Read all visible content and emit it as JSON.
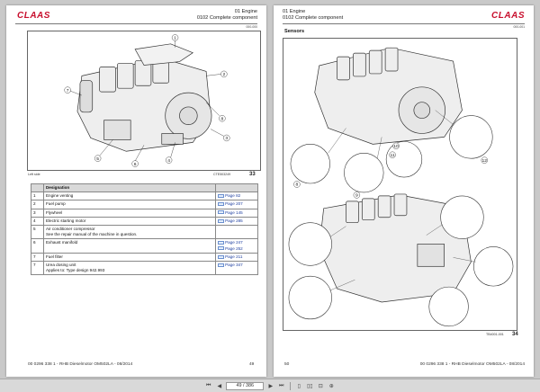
{
  "brand": "CLAAS",
  "left_page": {
    "section": "01 Engine",
    "subsection": "0102 Complete component",
    "code": "000-000",
    "figure_caption": "Left side",
    "figure_code": "CTE503249",
    "figure_number": "33",
    "callouts": [
      "1",
      "2",
      "3",
      "4",
      "5",
      "6",
      "7",
      "8"
    ],
    "table": {
      "header": "Designation",
      "rows": [
        {
          "num": "1",
          "lines": [
            "Engine venting"
          ],
          "refs": [
            "Page 82"
          ]
        },
        {
          "num": "2",
          "lines": [
            "Fuel pump"
          ],
          "refs": [
            "Page 207"
          ]
        },
        {
          "num": "3",
          "lines": [
            "Flywheel"
          ],
          "refs": [
            "Page 145"
          ]
        },
        {
          "num": "4",
          "lines": [
            "Electric starting motor"
          ],
          "refs": [
            "Page 285"
          ]
        },
        {
          "num": "5",
          "lines": [
            "Air conditioner compressor",
            "See the repair manual of the machine in question."
          ],
          "refs": []
        },
        {
          "num": "6",
          "lines": [
            "Exhaust manifold"
          ],
          "refs": [
            "Page 247",
            "Page 252"
          ]
        },
        {
          "num": "7",
          "lines": [
            "Fuel filter"
          ],
          "refs": [
            "Page 211"
          ]
        },
        {
          "num": "7",
          "lines": [
            "Urea dosing unit",
            "Applies to: Type design 942.993"
          ],
          "refs": [
            "Page 347"
          ]
        }
      ]
    },
    "footer_doc": "00 0296 338 1 - RHB Dieselmotor OM502LA - 08/2014",
    "page_number": "49"
  },
  "right_page": {
    "section": "01 Engine",
    "subsection": "0102 Complete component",
    "code": "000-001",
    "title": "Sensors",
    "figure_code": "TB4001-001",
    "figure_number": "34",
    "callouts": [
      "8",
      "9",
      "10",
      "11",
      "12"
    ],
    "footer_page": "50",
    "footer_doc": "00 0296 338 1 - RHB Dieselmotor OM502LA - 08/2014"
  },
  "toolbar": {
    "page_field": "49 / 386"
  }
}
